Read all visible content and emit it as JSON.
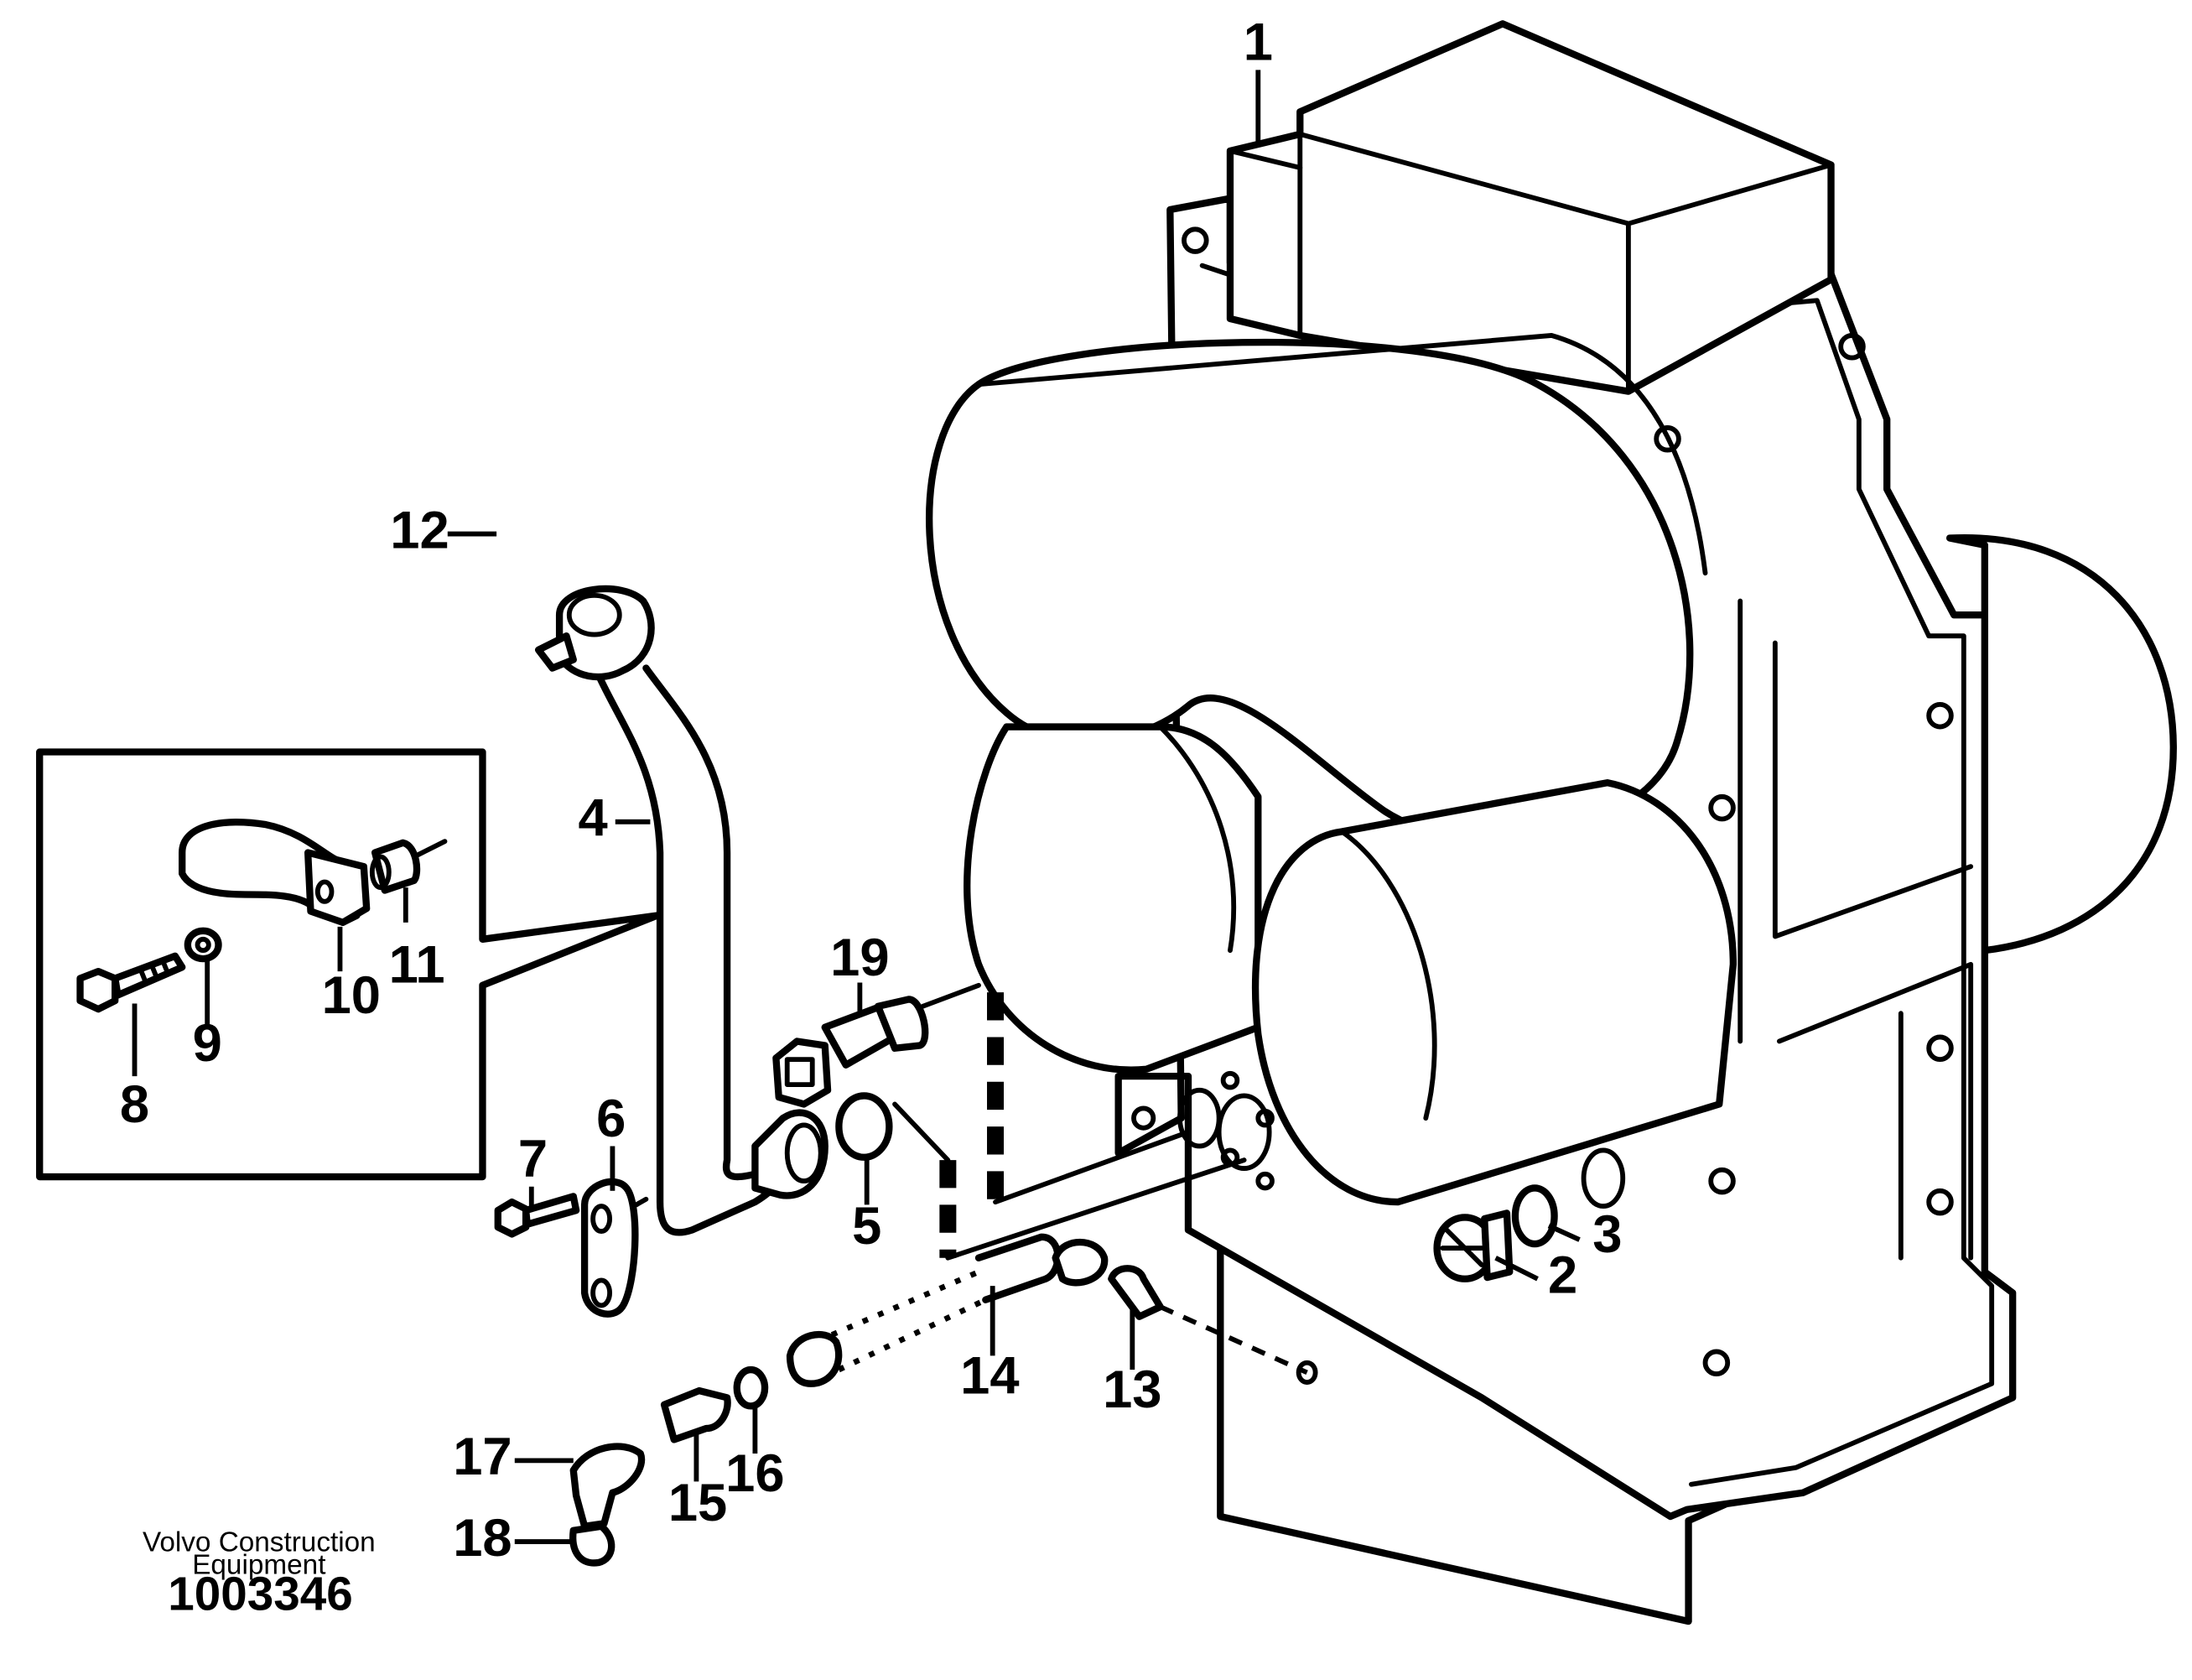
{
  "callouts": {
    "c1": "1",
    "c2": "2",
    "c3": "3",
    "c4": "4",
    "c5": "5",
    "c6": "6",
    "c7": "7",
    "c8": "8",
    "c9": "9",
    "c10": "10",
    "c11": "11",
    "c12": "12",
    "c13": "13",
    "c14": "14",
    "c15": "15",
    "c16": "16",
    "c17": "17",
    "c18": "18",
    "c19": "19"
  },
  "footer": {
    "company_line1": "Volvo Construction",
    "company_line2": "Equipment",
    "drawing_number": "1003346"
  }
}
